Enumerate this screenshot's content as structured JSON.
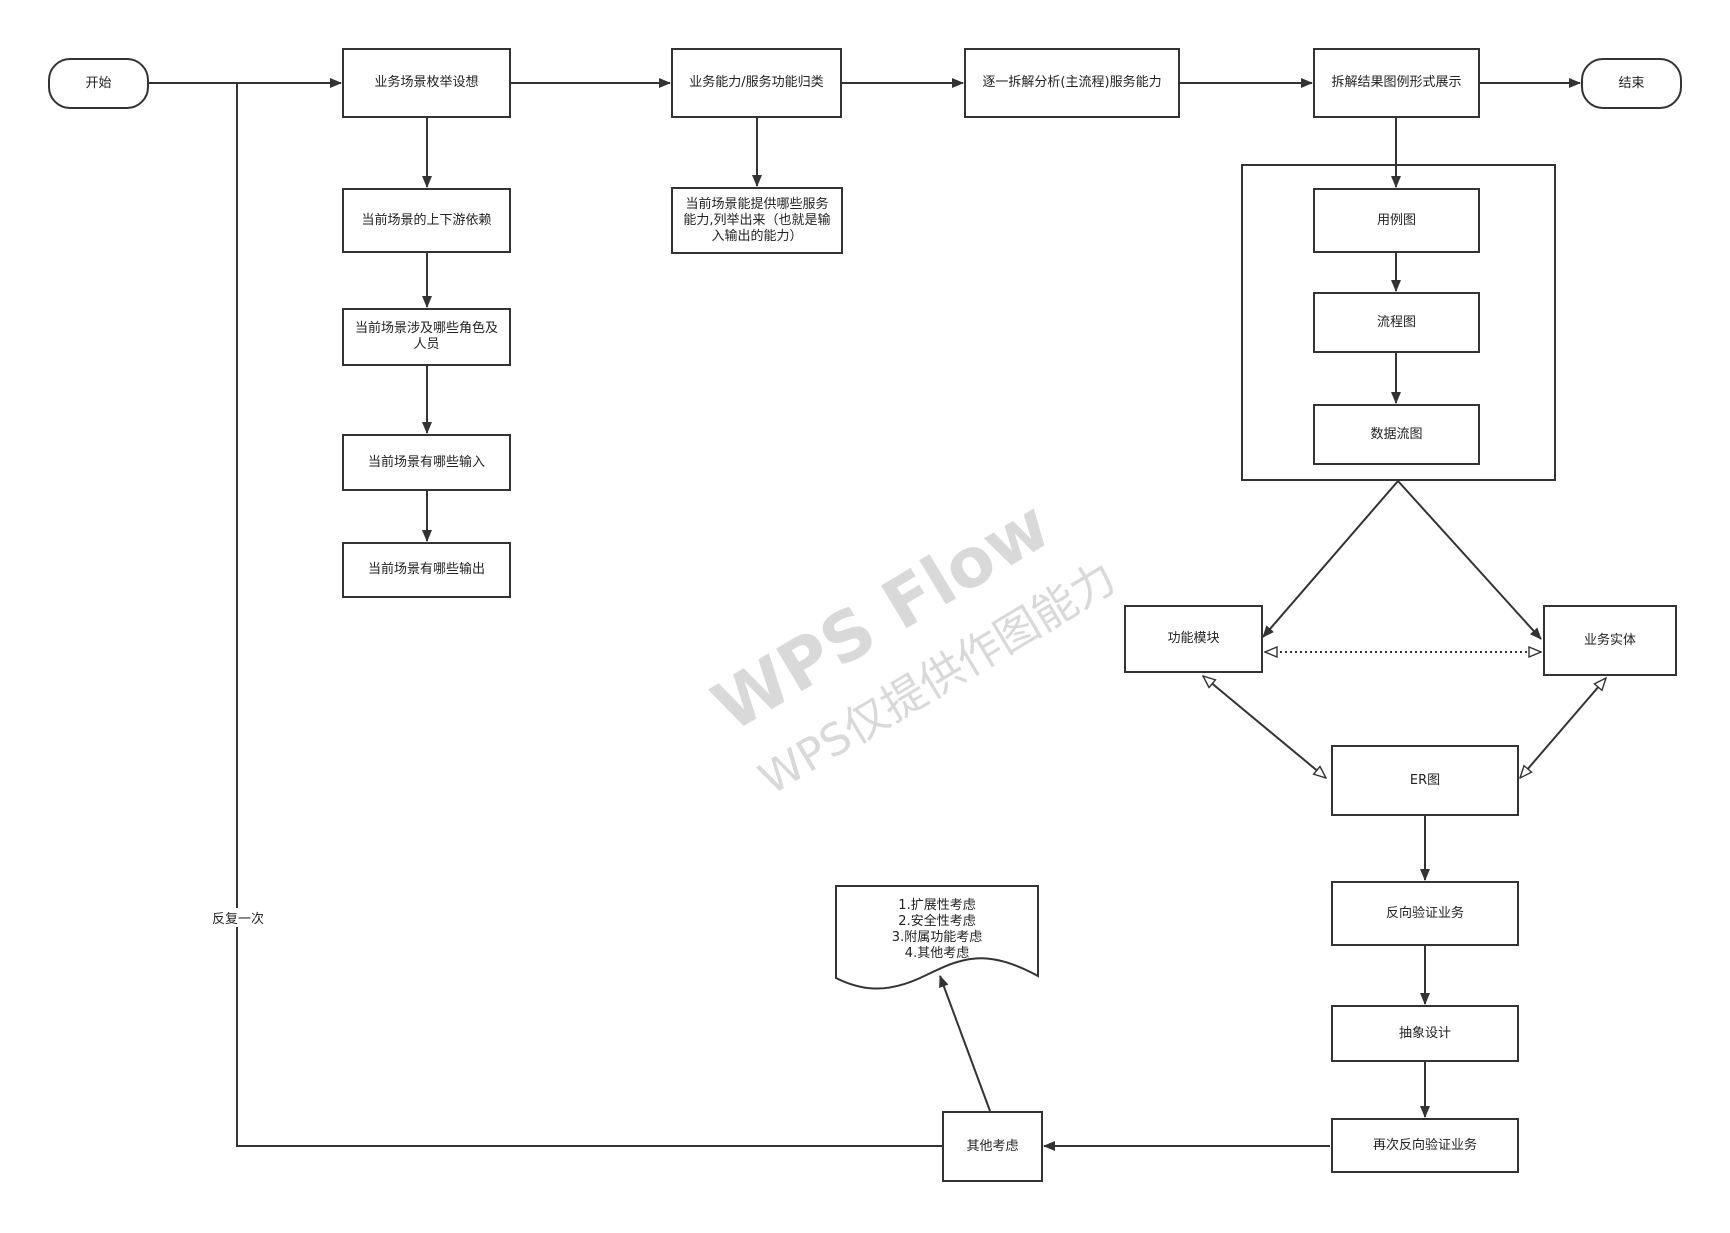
{
  "nodes": {
    "start": "开始",
    "scenario_enum": "业务场景枚举设想",
    "capability_classify": "业务能力/服务功能归类",
    "decompose": "逐一拆解分析(主流程)服务能力",
    "result_display": "拆解结果图例形式展示",
    "end": "结束",
    "updown_deps": "当前场景的上下游依赖",
    "roles": "当前场景涉及哪些角色及\n人员",
    "inputs": "当前场景有哪些输入",
    "outputs": "当前场景有哪些输出",
    "service_list": "当前场景能提供哪些服务\n能力,列举出来（也就是输\n入输出的能力）",
    "use_case": "用例图",
    "flowchart": "流程图",
    "dataflow": "数据流图",
    "func_module": "功能模块",
    "biz_entity": "业务实体",
    "er": "ER图",
    "reverse_verify": "反向验证业务",
    "abstract_design": "抽象设计",
    "reverse_verify_again": "再次反向验证业务",
    "other": "其他考虑"
  },
  "document_note": "1.扩展性考虑\n2.安全性考虑\n3.附属功能考虑\n4.其他考虑",
  "loop_label": "反复一次",
  "watermark": {
    "line1": "WPS Flow",
    "line2": "WPS仅提供作图能力"
  },
  "colors": {
    "line": "#333333",
    "watermark": "#d9d9d9"
  }
}
